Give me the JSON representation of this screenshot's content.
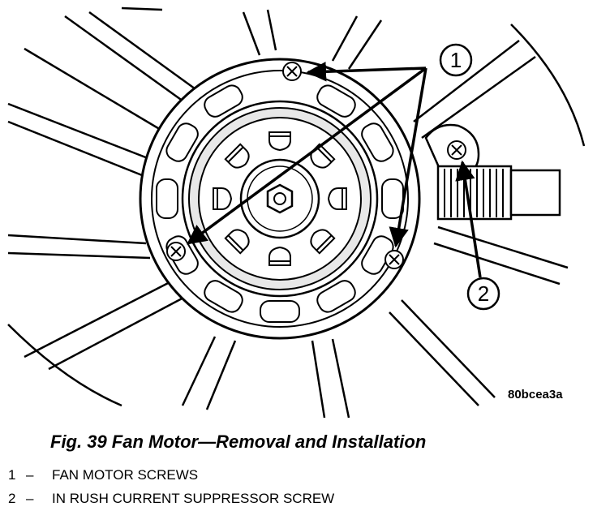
{
  "figure": {
    "caption": "Fig. 39 Fan Motor—Removal and Installation",
    "reference_code": "80bcea3a"
  },
  "callouts": [
    {
      "number": "1",
      "label": "FAN MOTOR SCREWS"
    },
    {
      "number": "2",
      "label": "IN RUSH CURRENT SUPPRESSOR SCREW"
    }
  ],
  "legend": {
    "dash": "–",
    "items": [
      {
        "number": "1",
        "label": "FAN MOTOR SCREWS"
      },
      {
        "number": "2",
        "label": "IN RUSH CURRENT SUPPRESSOR SCREW"
      }
    ]
  },
  "colors": {
    "ink": "#000000",
    "paper": "#ffffff"
  }
}
